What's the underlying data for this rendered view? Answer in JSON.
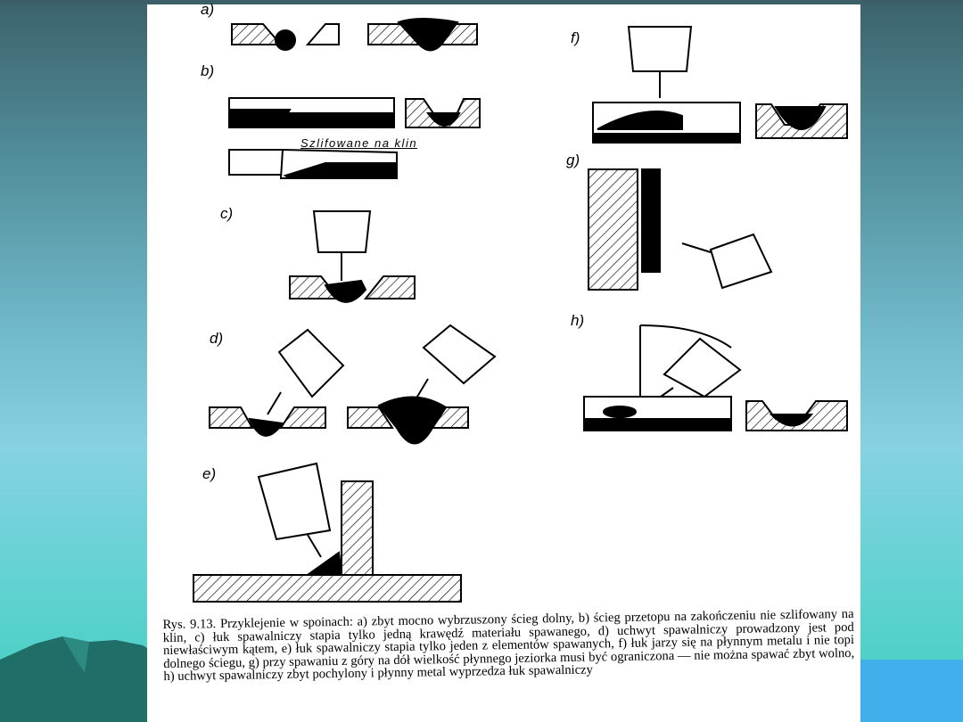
{
  "figure": {
    "labels": {
      "a": "a)",
      "b": "b)",
      "c": "c)",
      "d": "d)",
      "e": "e)",
      "f": "f)",
      "g": "g)",
      "h": "h)"
    },
    "note": "Szlifowane na klin",
    "caption": "Rys. 9.13. Przyklejenie w spoinach: a) zbyt mocno wybrzuszony ścieg dolny, b) ścieg przetopu na zakończeniu nie szlifowany na klin, c) łuk spawalniczy stapia tylko jedną krawędź materiału spawanego, d) uchwyt spawalniczy prowadzony jest pod niewłaściwym kątem, e) łuk spawalniczy stapia tylko jeden z elementów spawanych, f) łuk jarzy się na płynnym metalu i nie topi dolnego ściegu, g) przy spawaniu z góry na dół wielkość płynnego jeziorka musi być ograniczona — nie można spawać zbyt wolno, h) uchwyt spawalniczy zbyt pochylony i płynny metal wyprzedza łuk spawalniczy"
  },
  "colors": {
    "accent_blue": "#3fb0ec",
    "teal": "#3fcfbf"
  }
}
